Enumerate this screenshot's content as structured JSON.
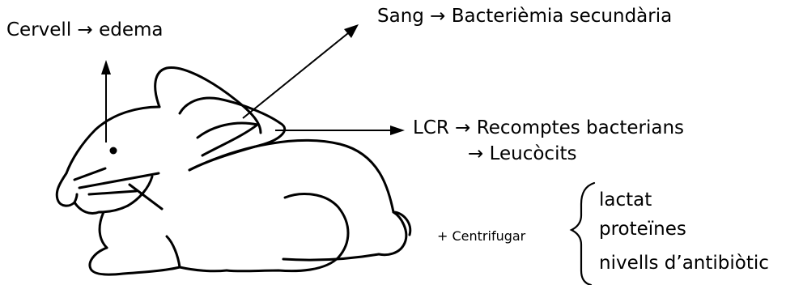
{
  "labels": {
    "brain": "Cervell → edema",
    "blood": "Sang → Bacterièmia secundària",
    "csf": "LCR → Recomptes bacterians",
    "leukocytes": "→ Leucòcits",
    "centrifuge": "+ Centrifugar",
    "lactate": "lactat",
    "proteins": "proteïnes",
    "antibiotic": "nivells d’antibiòtic"
  },
  "colors": {
    "ink": "#000000",
    "background": "#ffffff"
  }
}
